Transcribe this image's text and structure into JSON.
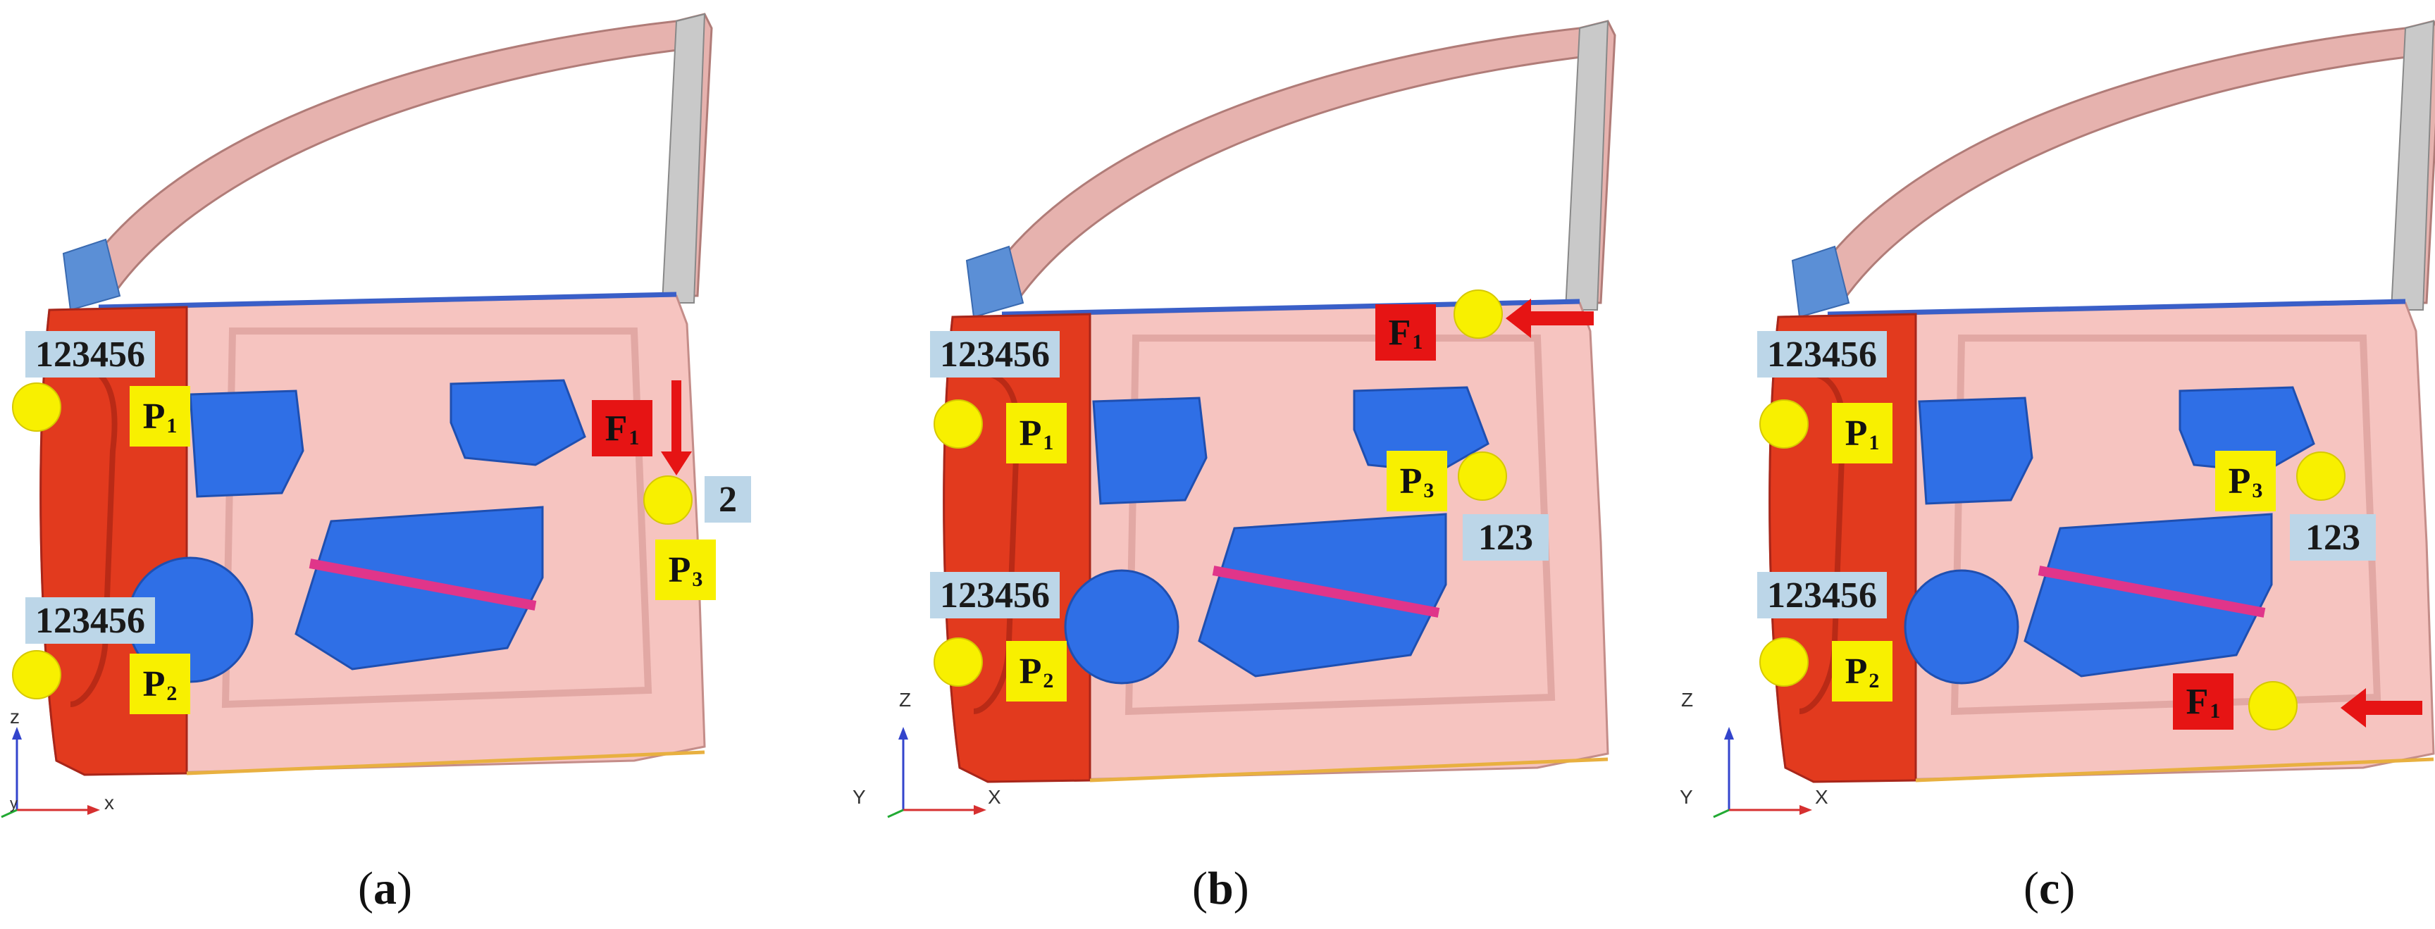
{
  "panels": [
    {
      "id": "a",
      "caption_open": "(",
      "caption_letter": "a",
      "caption_close": ")",
      "constraint_labels": [
        "123456",
        "123456",
        "2"
      ],
      "points": [
        "P",
        "P",
        "P"
      ],
      "point_subs": [
        "1",
        "2",
        "3"
      ],
      "force": "F",
      "force_sub": "1",
      "axes": {
        "z": "z",
        "x": "x",
        "y": "y"
      }
    },
    {
      "id": "b",
      "caption_open": "(",
      "caption_letter": "b",
      "caption_close": ")",
      "constraint_labels": [
        "123456",
        "123456",
        "123"
      ],
      "points": [
        "P",
        "P",
        "P"
      ],
      "point_subs": [
        "1",
        "2",
        "3"
      ],
      "force": "F",
      "force_sub": "1",
      "axes": {
        "z": "Z",
        "x": "X",
        "y": "Y"
      }
    },
    {
      "id": "c",
      "caption_open": "(",
      "caption_letter": "c",
      "caption_close": ")",
      "constraint_labels": [
        "123456",
        "123456",
        "123"
      ],
      "points": [
        "P",
        "P",
        "P"
      ],
      "point_subs": [
        "1",
        "2",
        "3"
      ],
      "force": "F",
      "force_sub": "1",
      "axes": {
        "z": "Z",
        "x": "X",
        "y": "Y"
      }
    }
  ],
  "colors": {
    "inner_panel": "#f6c4c0",
    "hinge_reinforcement": "#e23a1e",
    "window_frame": "#e6b2ae",
    "holes": "#2f6fe6",
    "force_arrow": "#e61414",
    "point_marker": "#f8f000",
    "label_box": "#bcd6e8"
  }
}
